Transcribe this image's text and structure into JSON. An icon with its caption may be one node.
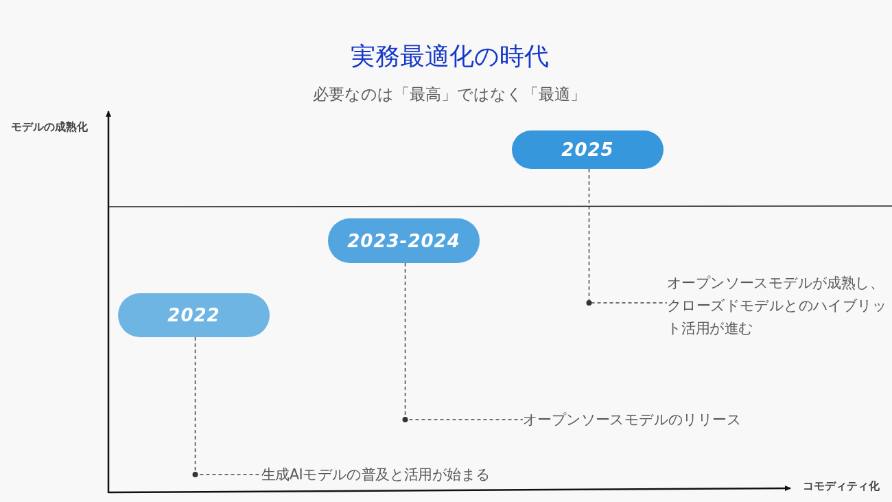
{
  "diagram": {
    "title": "実務最適化の時代",
    "nodes": [
      {
        "text": [
          "2022"
        ]
      },
      {
        "text": [
          "2023-2024"
        ]
      },
      {
        "text": [
          "2025"
        ]
      },
      {
        "text": [
          "生成AIモデルの普及と活用が始まる"
        ]
      },
      {
        "text": [
          "オープンソースモデルのリリース"
        ]
      },
      {
        "text": [
          "オープンソースモデルが成熟し、クローズドモデルとのハイブリット活用が進む"
        ]
      }
    ],
    "edges": [
      {
        "from": 0,
        "to": 3,
        "arrow": "none",
        "style": "dashed"
      },
      {
        "from": 1,
        "to": 4,
        "arrow": "none",
        "style": "dashed"
      },
      {
        "from": 2,
        "to": 5,
        "arrow": "none",
        "style": "dashed"
      }
    ],
    "labels": [
      "必要なのは「最高」ではなく「最適」",
      "モデルの成熟化",
      "コモディティ化"
    ]
  }
}
